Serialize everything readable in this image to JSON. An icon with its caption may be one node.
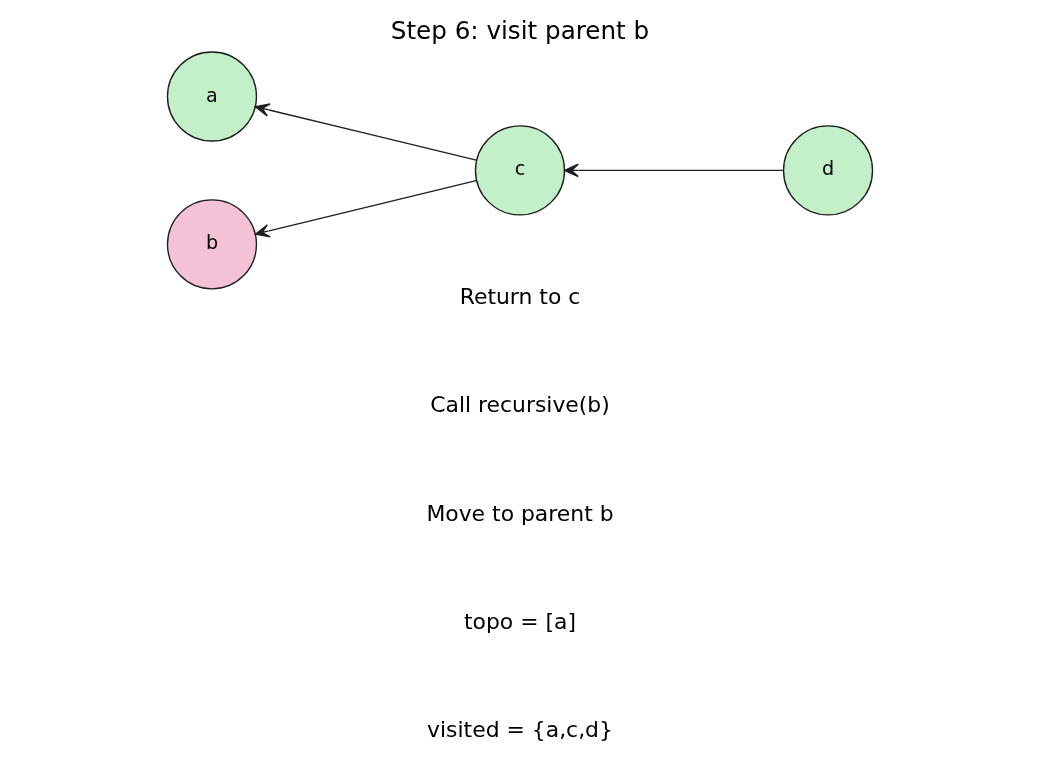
{
  "diagram": {
    "title": "Step 6: visit parent b",
    "nodes": [
      {
        "text": [
          "a"
        ]
      },
      {
        "text": [
          "b"
        ]
      },
      {
        "text": [
          "c"
        ]
      },
      {
        "text": [
          "d"
        ]
      }
    ],
    "edges": [
      {
        "from": 2,
        "to": 0,
        "arrow": "to"
      },
      {
        "from": 2,
        "to": 1,
        "arrow": "to"
      },
      {
        "from": 3,
        "to": 2,
        "arrow": "to"
      }
    ],
    "labels": [
      "Return to c",
      "Call recursive(b)",
      "Move to parent b",
      "topo = [a]",
      "visited = {a,c,d}"
    ]
  }
}
